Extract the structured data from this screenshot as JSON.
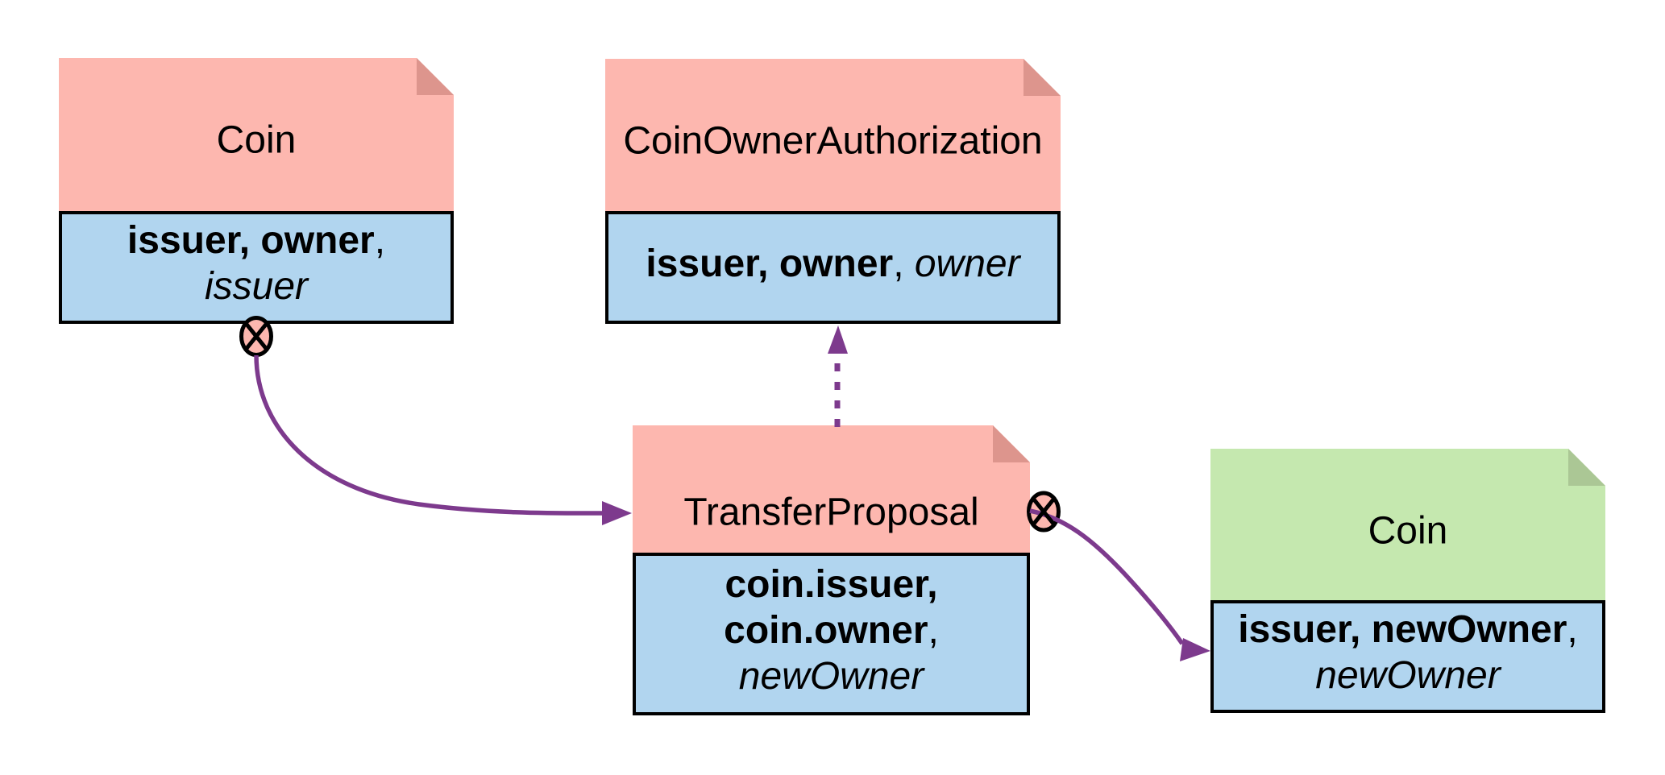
{
  "diagram": {
    "type": "contract-flow-diagram",
    "colors": {
      "pink": "#fdb7af",
      "pink_fold": "#dd958d",
      "green": "#c5e8af",
      "green_fold": "#abc795",
      "blue": "#b1d5ef",
      "border": "#000000",
      "arrow": "#7d3a8d"
    }
  },
  "nodes": {
    "coin_old": {
      "title": "Coin",
      "signatories": "issuer, owner",
      "sig_sep": ",",
      "controllers": "issuer"
    },
    "coin_owner_authorization": {
      "title": "CoinOwnerAuthorization",
      "signatories": "issuer, owner",
      "sig_sep": ", ",
      "controllers": "owner"
    },
    "transfer_proposal": {
      "title": "TransferProposal",
      "sig_line1": "coin.issuer,",
      "sig_line2": "coin.owner",
      "sig_sep": ",",
      "controllers": "newOwner"
    },
    "coin_new": {
      "title": "Coin",
      "signatories": "issuer, newOwner",
      "sig_sep": ",",
      "controllers": "newOwner"
    }
  },
  "edges": [
    {
      "from": "Coin (old)",
      "to": "TransferProposal",
      "style": "solid",
      "source_marker": "archive-cross"
    },
    {
      "from": "TransferProposal",
      "to": "CoinOwnerAuthorization",
      "style": "dashed",
      "source_marker": "none"
    },
    {
      "from": "TransferProposal",
      "to": "Coin (new)",
      "style": "solid",
      "source_marker": "archive-cross"
    }
  ]
}
